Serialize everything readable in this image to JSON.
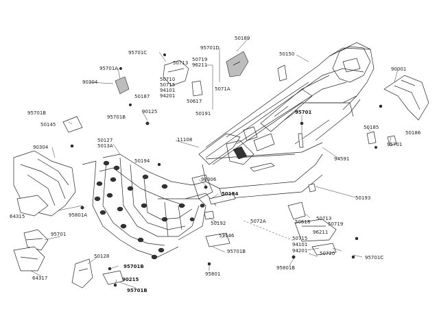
{
  "labels": {
    "l50189": "50189",
    "l95701D": "95701D",
    "l95701C_top": "95701C",
    "l50713_top": "50713",
    "l50719_top": "50719",
    "l96211_top": "96211",
    "l95701A": "95701A",
    "l50710": "50710",
    "l50715_top": "50715",
    "l94101_top": "94101",
    "l94201_top": "94201",
    "l50617": "50617",
    "l5071A": "5071A",
    "l50150": "50150",
    "l90001": "90001",
    "l90304_top": "90304",
    "l50187": "50187",
    "l90125": "90125",
    "l50191": "50191",
    "l95701B_left": "95701B",
    "l95701B_mid": "95701B",
    "l50145": "50145",
    "l95701_center": "95701",
    "l50185": "50185",
    "l50186": "50186",
    "l95701_right": "95701",
    "l90304_mid": "90304",
    "l50127": "50127",
    "l5013A": "5013A",
    "l11108": "11108",
    "l50194": "50194",
    "l94591": "94591",
    "l90306": "90306",
    "l50184": "50184",
    "l50193": "50193",
    "l64315": "64315",
    "l95801A": "95801A",
    "l50618": "50618",
    "l50713_bot": "50713",
    "l50719_bot": "50719",
    "l96211_bot": "96211",
    "l50192": "50192",
    "l5072A": "5072A",
    "l95701_left": "95701",
    "l53146": "53146",
    "l50715_bot": "50715",
    "l94101_bot": "94101",
    "l94201_bot": "94201",
    "l50720": "50720",
    "l95701C_bot": "95701C",
    "l50128": "50128",
    "l95701B_low": "95701B",
    "l95701B_bottom": "95701B",
    "l95801B": "95801B",
    "l95801": "95801",
    "l64317": "64317",
    "l90215": "90215",
    "l95701B_last": "95701B"
  },
  "colors": {
    "line": "#222222",
    "text": "#1a1a1a",
    "fill_dark": "#333333",
    "fill_grey": "#bdbdbd"
  }
}
